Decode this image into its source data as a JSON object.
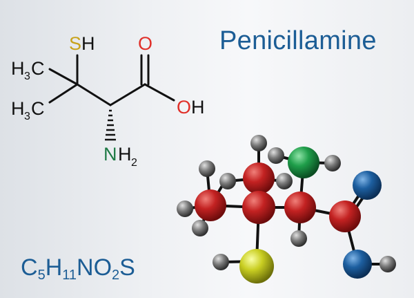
{
  "title": "Penicillamine",
  "formula": {
    "parts": [
      {
        "t": "C",
        "s": "5"
      },
      {
        "t": "H",
        "s": "11"
      },
      {
        "t": "N",
        "s": ""
      },
      {
        "t": "O",
        "s": "2"
      },
      {
        "t": "S",
        "s": ""
      }
    ]
  },
  "structural": {
    "labels": {
      "sh_s": "S",
      "sh_h": "H",
      "methyl1": "H",
      "methyl1_sub": "3",
      "methyl1_c": "C",
      "methyl2": "H",
      "methyl2_sub": "3",
      "methyl2_c": "C",
      "carbonyl_o": "O",
      "hydroxyl_o": "O",
      "hydroxyl_h": "H",
      "amine_n": "N",
      "amine_h": "H",
      "amine_sub": "2"
    }
  },
  "colors": {
    "title": "#1c5d95",
    "sulfur_label": "#c8a21a",
    "oxygen_label": "#e0302a",
    "nitrogen_label": "#1e7a45",
    "carbon_atom": "#b81c1c",
    "hydrogen_atom": "#6e6e6e",
    "oxygen_atom": "#1d5fa0",
    "sulfur_atom": "#cfd42a",
    "nitrogen_atom": "#1f9e4a",
    "bond": "#111111"
  }
}
